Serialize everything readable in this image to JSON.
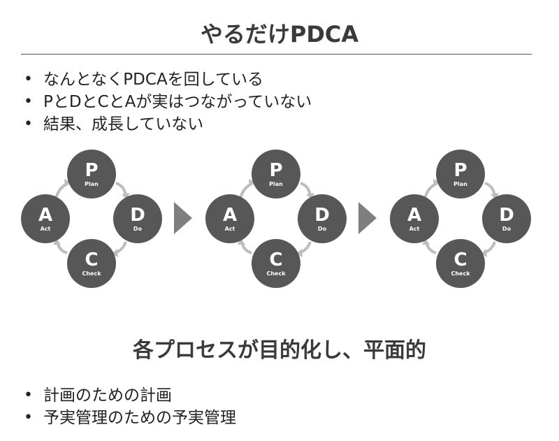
{
  "title": "やるだけPDCA",
  "bullets_top": [
    "なんとなくPDCAを回している",
    "PとDとCとAが実はつながっていない",
    "結果、成長していない"
  ],
  "cycle": {
    "nodes": [
      {
        "key": "p",
        "letter": "P",
        "word": "Plan"
      },
      {
        "key": "d",
        "letter": "D",
        "word": "Do"
      },
      {
        "key": "c",
        "letter": "C",
        "word": "Check"
      },
      {
        "key": "a",
        "letter": "A",
        "word": "Act"
      }
    ]
  },
  "subtitle": "各プロセスが目的化し、平面的",
  "bullets_bottom": [
    "計画のための計画",
    "予実管理のための予実管理"
  ],
  "colors": {
    "node_fill": "#575757",
    "cycle_arrow": "#bdbdbd",
    "flow_arrow": "#7f7f7f",
    "rule": "#555555"
  }
}
